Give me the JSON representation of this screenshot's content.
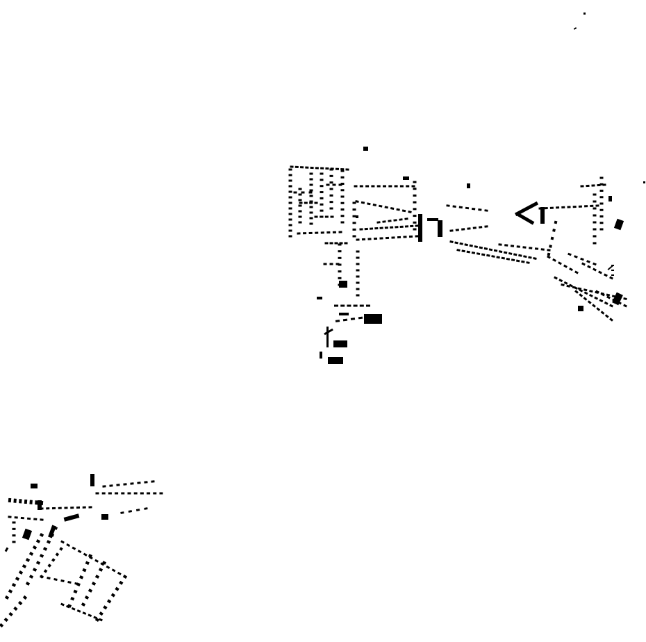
{
  "map": {
    "kind": "building footprint figure-ground plan",
    "background_color": "#ffffff",
    "building_color": "#000000",
    "settlements": [
      {
        "id": "north-east-settlement",
        "footprint_color": "#000000"
      },
      {
        "id": "south-west-settlement",
        "footprint_color": "#000000"
      },
      {
        "id": "isolated-structures",
        "footprint_color": "#000000"
      }
    ]
  }
}
